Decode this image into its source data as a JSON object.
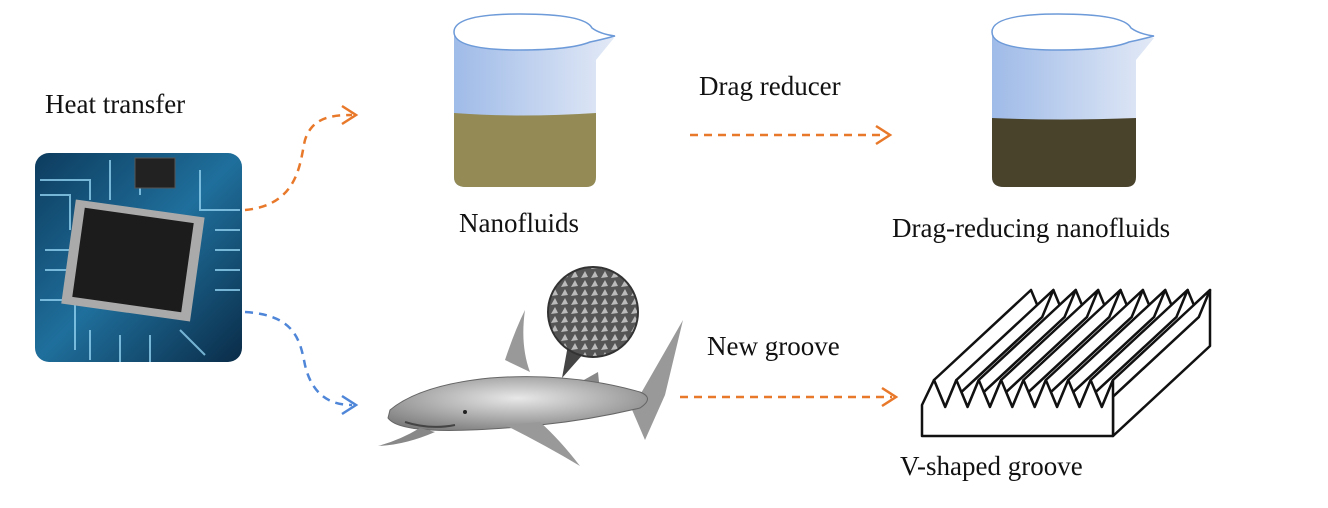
{
  "labels": {
    "heat_transfer": "Heat transfer",
    "nanofluids": "Nanofluids",
    "drag_reducer": "Drag reducer",
    "drag_reducing_nanofluids": "Drag-reducing nanofluids",
    "new_groove": "New groove",
    "v_shaped_groove": "V-shaped groove"
  },
  "colors": {
    "orange_arrow": "#e8782a",
    "blue_arrow": "#4f86d8",
    "nanofluid": "#938a55",
    "drag_reducing_nanofluid": "#4a432c",
    "beaker_glass": "#a9c2ea"
  },
  "groove": {
    "teeth": 8
  }
}
